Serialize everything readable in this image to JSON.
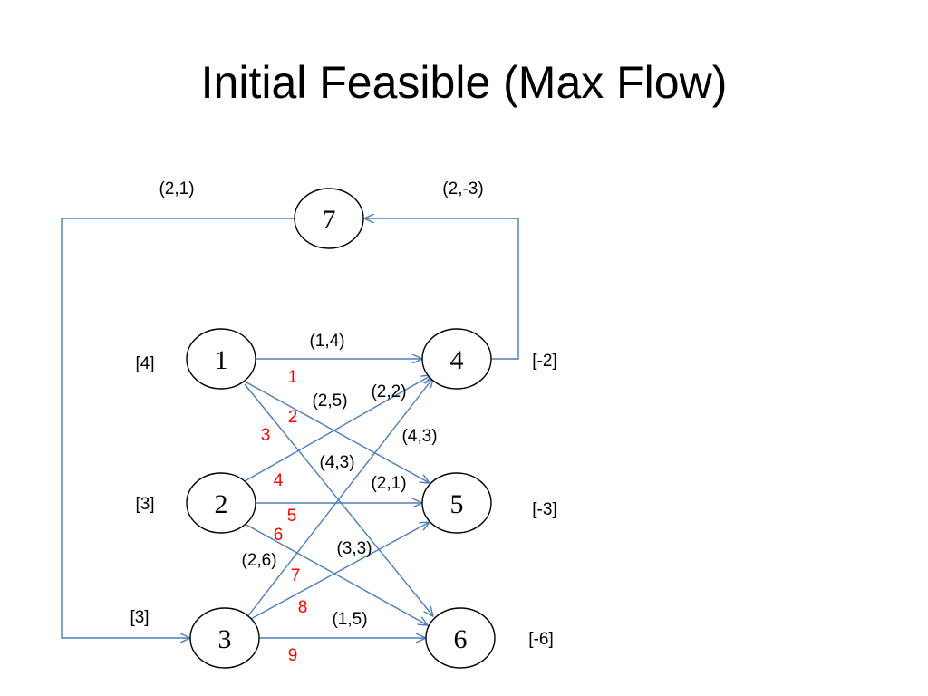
{
  "title": "Initial Feasible (Max Flow)",
  "colors": {
    "edge": "#4a7ebb",
    "order_number": "#ff0000",
    "text": "#000000"
  },
  "nodes": {
    "n1": "1",
    "n2": "2",
    "n3": "3",
    "n4": "4",
    "n5": "5",
    "n6": "6",
    "n7": "7"
  },
  "supplies": {
    "n1": "[4]",
    "n2": "[3]",
    "n3": "[3]",
    "n4": "[-2]",
    "n5": "[-3]",
    "n6": "[-6]"
  },
  "edge_labels": {
    "e7_3": "(2,1)",
    "e4_7": "(2,-3)",
    "e1_4": "(1,4)",
    "e1_5": "(2,5)",
    "e2_4": "(2,2)",
    "e3_4": "(4,3)",
    "e1_6": "(4,3)",
    "e2_5": "(2,1)",
    "e3_5": "(3,3)",
    "e2_6": "(2,6)",
    "e3_6": "(1,5)"
  },
  "order_numbers": [
    "1",
    "2",
    "3",
    "4",
    "5",
    "6",
    "7",
    "8",
    "9"
  ]
}
